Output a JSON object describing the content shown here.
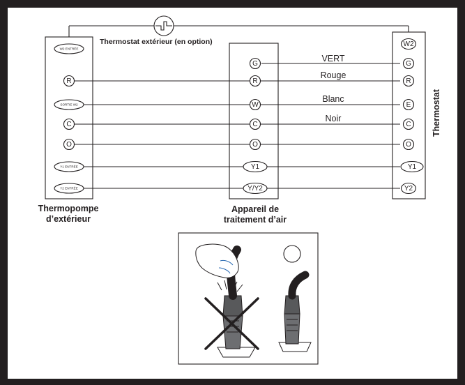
{
  "labels": {
    "outdoor_thermostat": "Thermostat extérieur (en option)",
    "heat_pump_line1": "Thermopompe",
    "heat_pump_line2": "d’extérieur",
    "air_handler_line1": "Appareil de",
    "air_handler_line2": "traitement d’air",
    "thermostat": "Thermostat"
  },
  "wire_colors": {
    "green": "VERT",
    "red": "Rouge",
    "white": "Blanc",
    "black": "Noir"
  },
  "heat_pump_terminals": {
    "w2_in": "W2 ENTRÉE",
    "r": "R",
    "w2_out": "SORTIE W2",
    "c": "C",
    "o": "O",
    "y1_in": "Y1 ENTRÉE",
    "y2_in": "Y2 ENTRÉE"
  },
  "air_handler_terminals": {
    "g": "G",
    "r": "R",
    "w": "W",
    "c": "C",
    "o": "O",
    "y1": "Y1",
    "y2": "Y/Y2"
  },
  "thermostat_terminals": {
    "w2": "W2",
    "g": "G",
    "r": "R",
    "e": "E",
    "c": "C",
    "o": "O",
    "y1": "Y1",
    "y2": "Y2"
  }
}
